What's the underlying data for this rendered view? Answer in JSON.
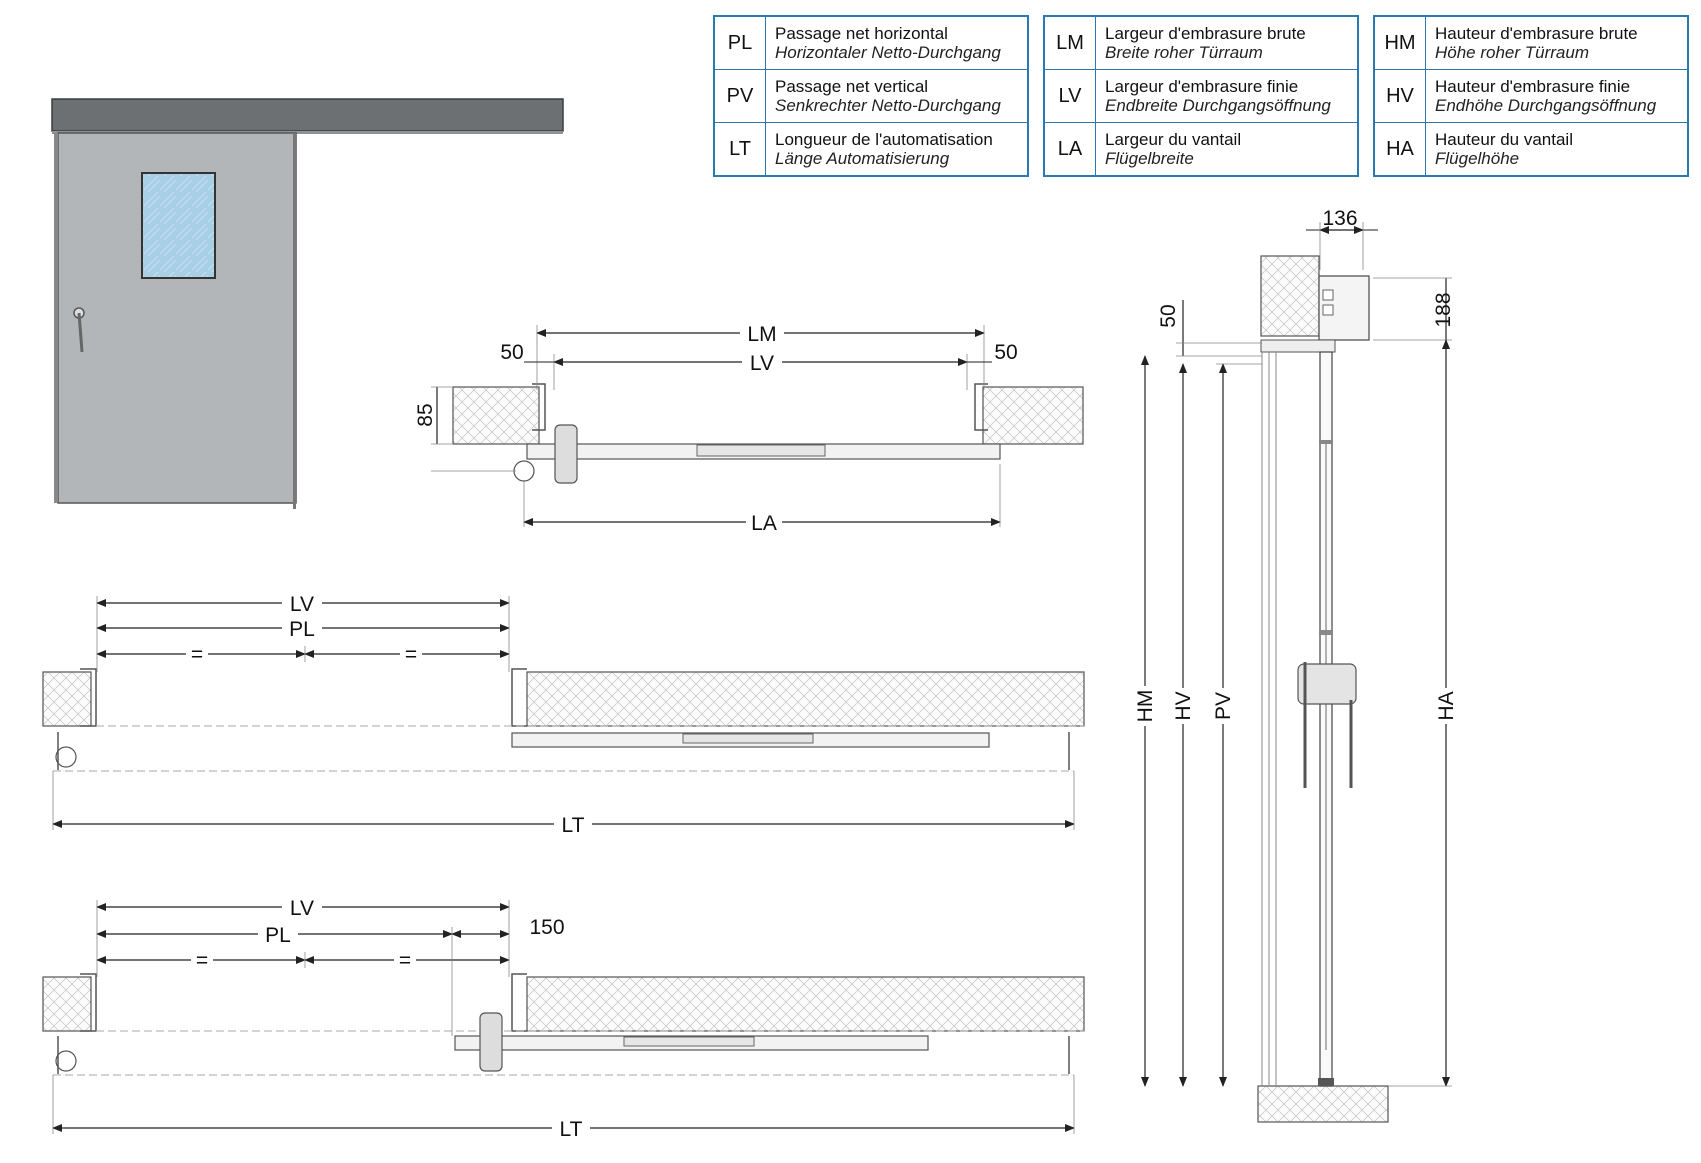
{
  "legend": [
    {
      "code": "PL",
      "fr": "Passage net horizontal",
      "de": "Horizontaler Netto-Durchgang"
    },
    {
      "code": "PV",
      "fr": "Passage net vertical",
      "de": "Senkrechter Netto-Durchgang"
    },
    {
      "code": "LT",
      "fr": "Longueur de l'automatisation",
      "de": "Länge Automatisierung"
    },
    {
      "code": "LM",
      "fr": "Largeur d'embrasure brute",
      "de": "Breite roher Türraum"
    },
    {
      "code": "LV",
      "fr": "Largeur d'embrasure finie",
      "de": "Endbreite Durchgangsöffnung"
    },
    {
      "code": "LA",
      "fr": "Largeur du vantail",
      "de": "Flügelbreite"
    },
    {
      "code": "HM",
      "fr": "Hauteur d'embrasure brute",
      "de": "Höhe roher Türraum"
    },
    {
      "code": "HV",
      "fr": "Hauteur d'embrasure finie",
      "de": "Endhöhe Durchgangsöffnung"
    },
    {
      "code": "HA",
      "fr": "Hauteur du vantail",
      "de": "Flügelhöhe"
    }
  ],
  "plan_top": {
    "lm": "LM",
    "lv": "LV",
    "la": "LA",
    "gap_left": "50",
    "gap_right": "50",
    "depth": "85"
  },
  "plan_middle": {
    "lv": "LV",
    "pl": "PL",
    "eq_left": "=",
    "eq_right": "=",
    "lt": "LT"
  },
  "plan_bottom": {
    "lv": "LV",
    "pl": "PL",
    "eq_left": "=",
    "eq_right": "=",
    "offset": "150",
    "lt": "LT"
  },
  "section": {
    "width": "136",
    "height": "188",
    "gap": "50",
    "hm": "HM",
    "hv": "HV",
    "pv": "PV",
    "ha": "HA"
  },
  "colors": {
    "legend_border": "#2a7ab0",
    "door": "#b3b6b8",
    "rail": "#6d7072",
    "glass": "#a9cfe6",
    "hatch": "#9a9a9a"
  }
}
